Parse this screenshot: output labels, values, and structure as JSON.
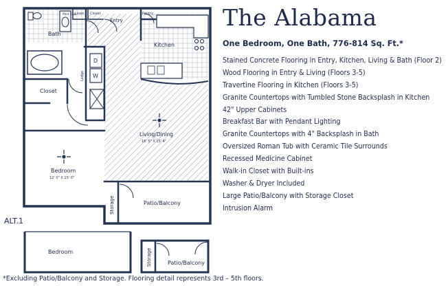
{
  "plan_name": "The Alabama",
  "subtitle": "One Bedroom, One Bath, 776-814 Sq. Ft.*",
  "features": [
    "Stained Concrete Flooring in Entry, Kitchen, Living & Bath (Floor 2)",
    "Wood Flooring in Entry & Living (Floors 3-5)",
    "Travertine Flooring in Kitchen (Floors 3-5)",
    "Granite Countertops with Tumbled Stone Backsplash in Kitchen",
    "42\" Upper Cabinets",
    "Breakfast Bar with Pendant Lighting",
    "Granite Countertops with 4\" Backsplash in Bath",
    "Oversized Roman Tub with Ceramic Tile Surrounds",
    "Recessed Medicine Cabinet",
    "Walk-in Closet with Built-ins",
    "Washer & Dryer Included",
    "Large Patio/Balcony with Storage Closet",
    "Intrusion Alarm"
  ],
  "rooms": {
    "bath": "Bath",
    "med_cab": "Med Cab",
    "linen": "Linen",
    "closet_small": "Closet",
    "entry": "Entry",
    "pantry": "Pantry",
    "kitchen": "Kitchen",
    "washer": "W",
    "dryer": "D",
    "ledge": "Ledge",
    "closet": "Closet",
    "living": "Living/Dining",
    "living_dims": "16' 5\" X 15' 4\"",
    "bedroom": "Bedroom",
    "bedroom_dims": "12' 0\" X 15' 0\"",
    "storage": "Storage",
    "patio": "Patio/Balcony"
  },
  "alt": {
    "label": "ALT.1",
    "bedroom": "Bedroom",
    "storage": "Storage",
    "patio": "Patio/Balcony"
  },
  "footnote": "*Excluding Patio/Balcony and Storage.  Flooring detail represents 3rd – 5th floors.",
  "colors": {
    "ink": "#1e2a4a",
    "wall": "#243452",
    "hatch": "#9aa0ad",
    "background": "#ffffff"
  }
}
